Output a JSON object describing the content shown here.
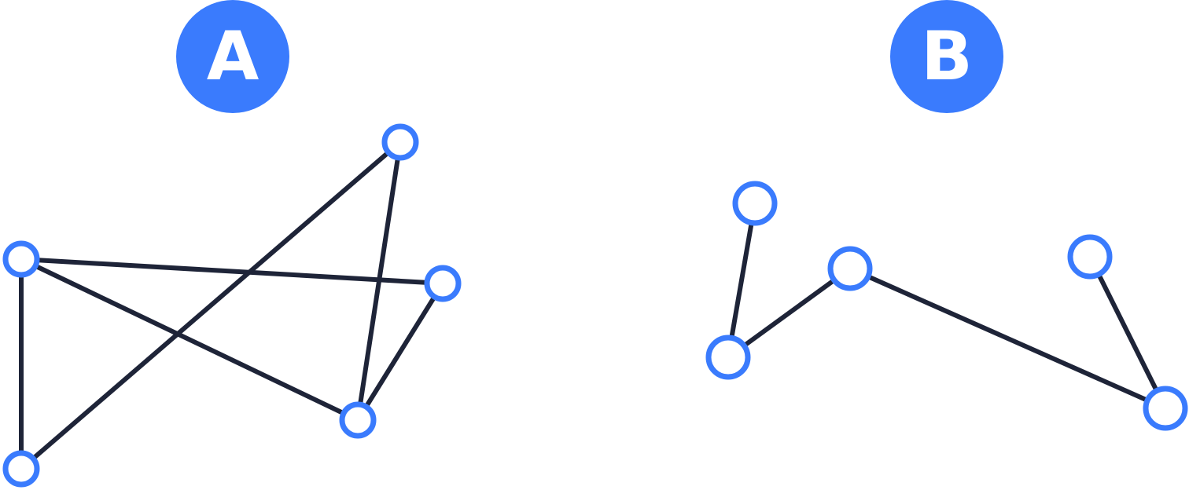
{
  "colors": {
    "accent": "#3a7bfd",
    "edge": "#1e2438",
    "background": "#ffffff"
  },
  "graphs": [
    {
      "label": "A",
      "nodes": [
        "a1",
        "a2",
        "a3",
        "a4",
        "a5"
      ],
      "edges": [
        [
          "a1",
          "a5"
        ],
        [
          "a1",
          "a3"
        ],
        [
          "a1",
          "a4"
        ],
        [
          "a2",
          "a5"
        ],
        [
          "a2",
          "a4"
        ],
        [
          "a3",
          "a4"
        ]
      ]
    },
    {
      "label": "B",
      "nodes": [
        "b1",
        "b2",
        "b3",
        "b4",
        "b5"
      ],
      "edges": [
        [
          "b1",
          "b2"
        ],
        [
          "b2",
          "b3"
        ],
        [
          "b3",
          "b5"
        ],
        [
          "b4",
          "b5"
        ]
      ]
    }
  ]
}
